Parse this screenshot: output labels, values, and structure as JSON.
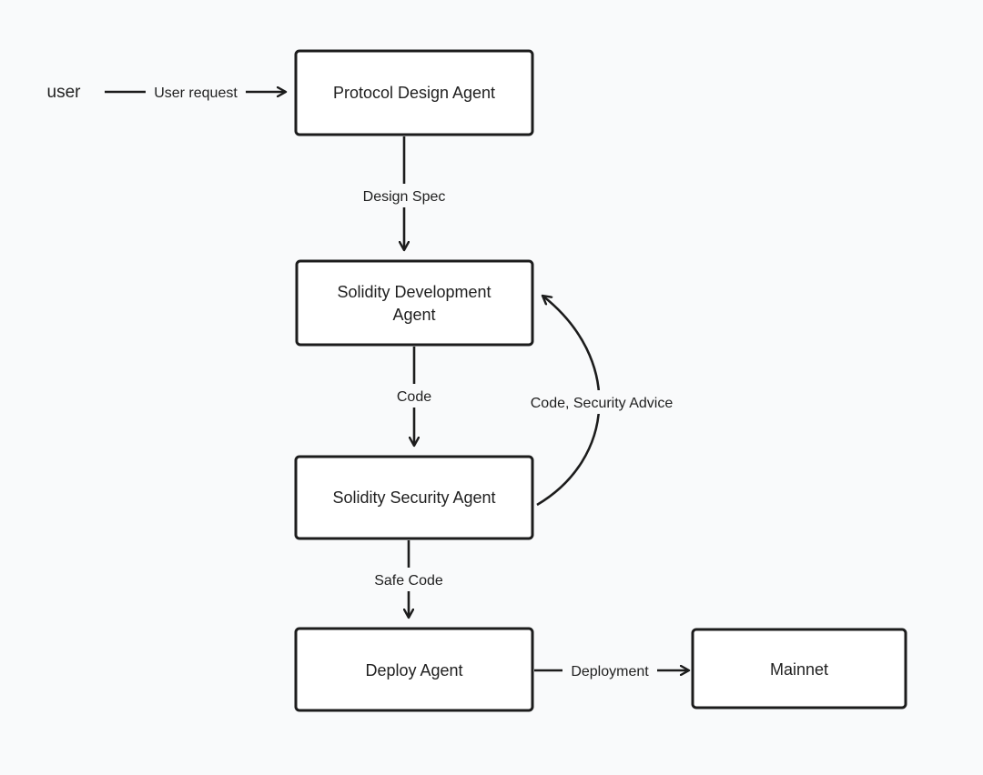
{
  "actor": {
    "label": "user"
  },
  "nodes": {
    "protocol_design": {
      "label": "Protocol Design Agent"
    },
    "solidity_dev": {
      "line1": "Solidity Development",
      "line2": "Agent"
    },
    "solidity_security": {
      "label": "Solidity Security Agent"
    },
    "deploy": {
      "label": "Deploy Agent"
    },
    "mainnet": {
      "label": "Mainnet"
    }
  },
  "edges": {
    "user_request": {
      "label": "User request"
    },
    "design_spec": {
      "label": "Design Spec"
    },
    "code": {
      "label": "Code"
    },
    "feedback": {
      "label": "Code, Security Advice"
    },
    "safe_code": {
      "label": "Safe Code"
    },
    "deployment": {
      "label": "Deployment"
    }
  },
  "colors": {
    "background": "#f9fafb",
    "node_fill": "#ffffff",
    "stroke": "#1c1c1c",
    "text": "#1f1f1f"
  }
}
